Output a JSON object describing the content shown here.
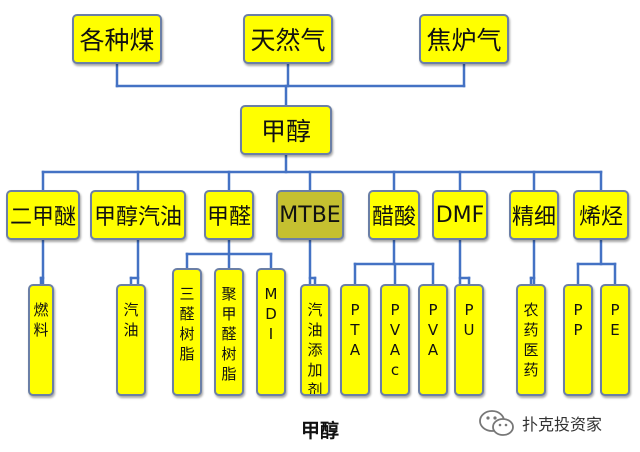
{
  "colors": {
    "node_fill": "#ffff00",
    "highlight_fill": "#c5c030",
    "line": "#4472c4",
    "border": "#6b7fa6"
  },
  "sources": [
    "各种煤",
    "天然气",
    "焦炉气"
  ],
  "hub": "甲醇",
  "products": [
    "二甲醚",
    "甲醇汽油",
    "甲醛",
    "MTBE",
    "醋酸",
    "DMF",
    "精细",
    "烯烃"
  ],
  "highlighted_product": "MTBE",
  "derivatives": [
    {
      "parent": "二甲醚",
      "label": "燃料"
    },
    {
      "parent": "甲醇汽油",
      "label": "汽油"
    },
    {
      "parent": "甲醛",
      "label": "三醛树脂"
    },
    {
      "parent": "甲醛",
      "label": "聚甲醛树脂"
    },
    {
      "parent": "甲醛",
      "label": "MDI"
    },
    {
      "parent": "MTBE",
      "label": "汽油添加剂"
    },
    {
      "parent": "醋酸",
      "label": "PTA"
    },
    {
      "parent": "醋酸",
      "label": "PVAc"
    },
    {
      "parent": "醋酸",
      "label": "PVA"
    },
    {
      "parent": "DMF",
      "label": "PU"
    },
    {
      "parent": "精细",
      "label": "农药医药"
    },
    {
      "parent": "烯烃",
      "label": "PP"
    },
    {
      "parent": "烯烃",
      "label": "PE"
    }
  ],
  "caption": "甲醇",
  "watermark": {
    "text": "扑克投资家",
    "icon": "wechat-icon"
  }
}
